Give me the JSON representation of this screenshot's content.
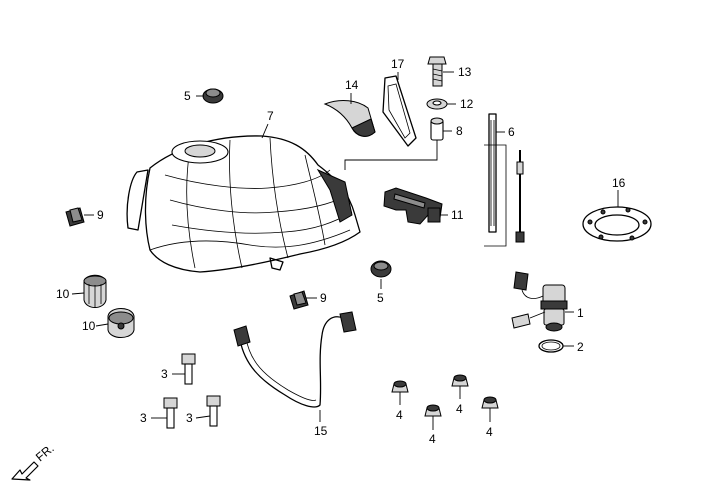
{
  "callouts": {
    "c1": "1",
    "c2": "2",
    "c3a": "3",
    "c3b": "3",
    "c4a": "4",
    "c4b": "4",
    "c4c": "4",
    "c4d": "4",
    "c5a": "5",
    "c5b": "5",
    "c6": "6",
    "c7": "7",
    "c8": "8",
    "c9a": "9",
    "c9b": "9",
    "c10a": "10",
    "c10b": "10",
    "c11": "11",
    "c12": "12",
    "c13": "13",
    "c14": "14",
    "c15": "15",
    "c16": "16",
    "c17": "17"
  },
  "direction_label": "FR."
}
